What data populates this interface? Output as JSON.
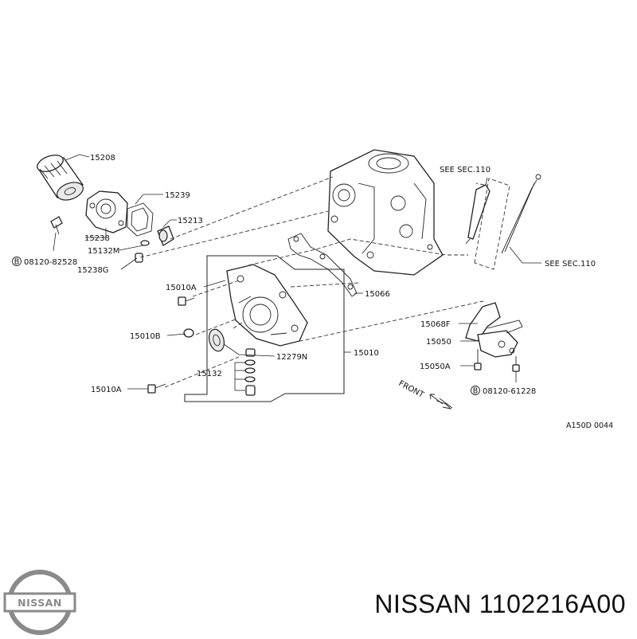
{
  "labels": {
    "p15208": "15208",
    "p15239": "15239",
    "p15213": "15213",
    "p15238": "15238",
    "p15132M": "15132M",
    "p15238G": "15238G",
    "p08120_82528": "08120-82528",
    "b1": "B",
    "p15010A_top": "15010A",
    "p15010B": "15010B",
    "p15010A_bot": "15010A",
    "p15132": "15132",
    "p12279N": "12279N",
    "p15010": "15010",
    "p15066": "15066",
    "see_sec_top": "SEE SEC.110",
    "see_sec_right": "SEE SEC.110",
    "p15068F": "15068F",
    "p15050": "15050",
    "p15050A": "15050A",
    "p08120_61228": "08120-61228",
    "b2": "B",
    "front": "FRONT",
    "ref_code": "A150D 0044"
  },
  "brand": {
    "logo_text": "NISSAN",
    "caption": "NISSAN 1102216A00"
  },
  "colors": {
    "ink": "#222222",
    "logo_gray": "#8a8a8a"
  }
}
